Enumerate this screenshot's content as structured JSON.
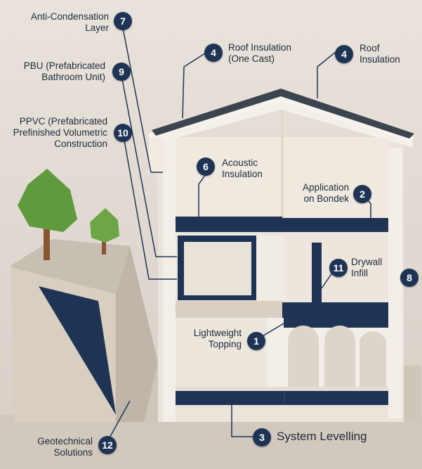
{
  "callouts": [
    {
      "num": "7",
      "text": "Anti-Condensation\nLayer"
    },
    {
      "num": "9",
      "text": "PBU (Prefabricated\nBathroom Unit)"
    },
    {
      "num": "10",
      "text": "PPVC (Prefabricated\nPrefinished Volumetric\nConstruction"
    },
    {
      "num": "4",
      "text": "Roof Insulation\n(One Cast)"
    },
    {
      "num": "4",
      "text": "Roof\nInsulation"
    },
    {
      "num": "6",
      "text": "Acoustic\nInsulation"
    },
    {
      "num": "2",
      "text": "Application\non Bondek"
    },
    {
      "num": "11",
      "text": "Drywall\nInfill"
    },
    {
      "num": "8",
      "text": ""
    },
    {
      "num": "1",
      "text": "Lightweight\nTopping"
    },
    {
      "num": "3",
      "text": "System Levelling"
    },
    {
      "num": "12",
      "text": "Geotechnical\nSolutions"
    }
  ],
  "colors": {
    "navy": "#1f3454",
    "wall": "#f1ebe2",
    "concrete": "#d9d0c3",
    "roof": "#3c4450",
    "tree_leaf": "#5f9a3c",
    "tree_trunk": "#8a5530"
  }
}
